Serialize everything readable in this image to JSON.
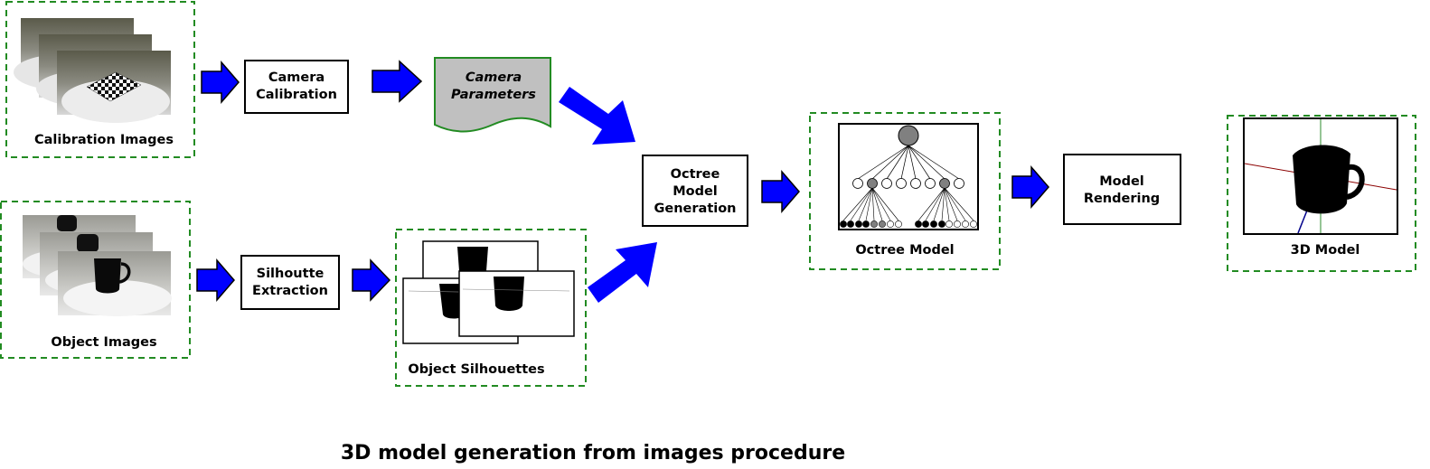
{
  "groups": {
    "calibration_images": "Calibration Images",
    "object_images": "Object Images",
    "object_silhouettes": "Object Silhouettes",
    "octree_model": "Octree Model",
    "model_3d": "3D Model"
  },
  "steps": {
    "camera_calibration": [
      "Camera",
      "Calibration"
    ],
    "silhouette_extraction": [
      "Silhoutte",
      "Extraction"
    ],
    "octree_generation": [
      "Octree",
      "Model",
      "Generation"
    ],
    "model_rendering": [
      "Model",
      "Rendering"
    ]
  },
  "documents": {
    "camera_parameters": [
      "Camera",
      "Parameters"
    ]
  },
  "caption": "3D model generation from images procedure",
  "colors": {
    "arrow": "#0000ff",
    "group_border": "#228b22",
    "document_fill": "#c0c0c0",
    "octree_gray": "#808080"
  },
  "icons": {
    "small_arrow": "right-block-arrow-icon",
    "diagonal_arrow": "diagonal-block-arrow-icon"
  }
}
